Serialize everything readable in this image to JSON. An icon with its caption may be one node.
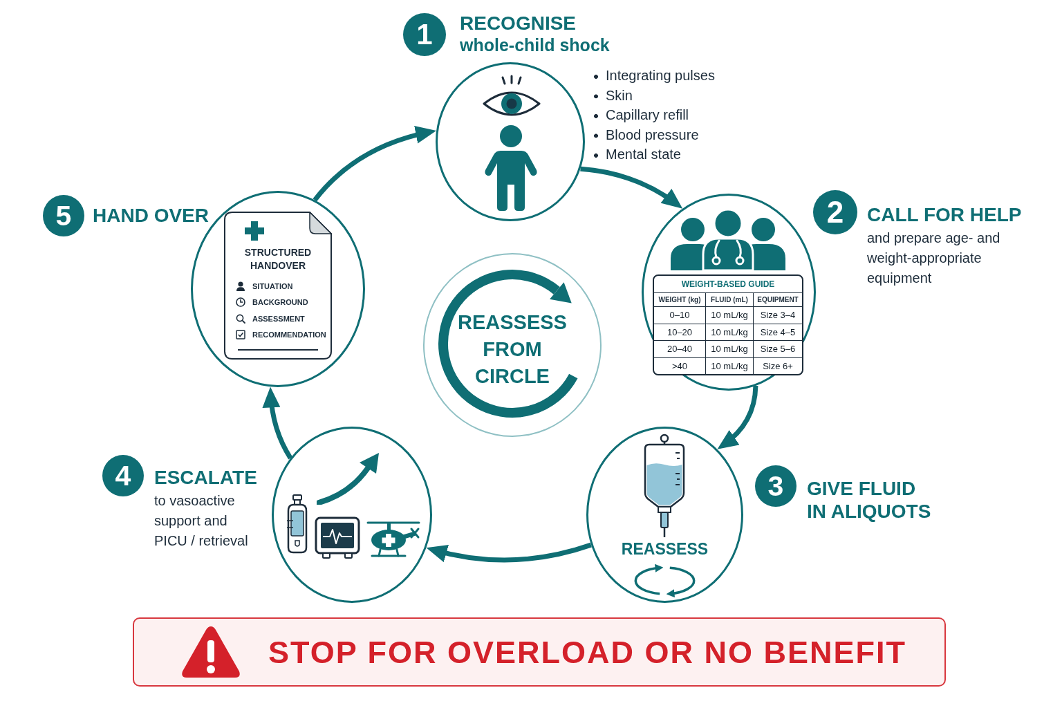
{
  "diagram": {
    "nodes": [
      {
        "text": [
          "1"
        ],
        "beside": [
          "RECOGNISE",
          "whole-child shock"
        ]
      },
      {
        "text": [],
        "shape": "circle",
        "beside": [
          "Integrating pulses",
          "Skin",
          "Capillary refill",
          "Blood pressure",
          "Mental state"
        ]
      },
      {
        "text": [
          "2"
        ],
        "beside": [
          "CALL FOR HELP",
          "and prepare age- and weight-appropriate equipment"
        ]
      },
      {
        "text": [],
        "shape": "circle"
      },
      {
        "text": [
          "WEIGHT-BASED GUIDE",
          "WEIGHT (kg)",
          "FLUID (mL)",
          "EQUIPMENT",
          "0–10",
          "10 mL/kg",
          "Size 3–4",
          "10–20",
          "10 mL/kg",
          "Size 4–5",
          "20–40",
          "10 mL/kg",
          "Size 5–6",
          ">40",
          "10 mL/kg",
          "Size 6+"
        ],
        "in": 3
      },
      {
        "text": [
          "3"
        ],
        "beside": [
          "GIVE FLUID IN ALIQUOTS"
        ]
      },
      {
        "text": [
          "REASSESS"
        ]
      },
      {
        "text": [
          "4"
        ],
        "beside": [
          "ESCALATE",
          "to vasoactive support and PICU / retrieval"
        ]
      },
      {
        "text": [],
        "shape": "circle"
      },
      {
        "text": [
          "5"
        ],
        "beside": [
          "HAND OVER"
        ]
      },
      {
        "text": [],
        "shape": "circle"
      },
      {
        "text": [
          "STRUCTURED HANDOVER",
          "SITUATION",
          "BACKGROUND",
          "ASSESSMENT",
          "RECOMMENDATION"
        ],
        "in": 10
      },
      {
        "text": [
          "REASSESS FROM CIRCLE"
        ]
      },
      {
        "text": [
          "STOP FOR OVERLOAD OR NO BENEFIT"
        ]
      }
    ],
    "edges": [
      {
        "from": 1,
        "to": 3,
        "arrow": "to"
      },
      {
        "from": 3,
        "to": 6,
        "arrow": "to"
      },
      {
        "from": 6,
        "to": 8,
        "arrow": "to"
      },
      {
        "from": 8,
        "to": 10,
        "arrow": "to"
      },
      {
        "from": 10,
        "to": 1,
        "arrow": "to"
      }
    ]
  }
}
